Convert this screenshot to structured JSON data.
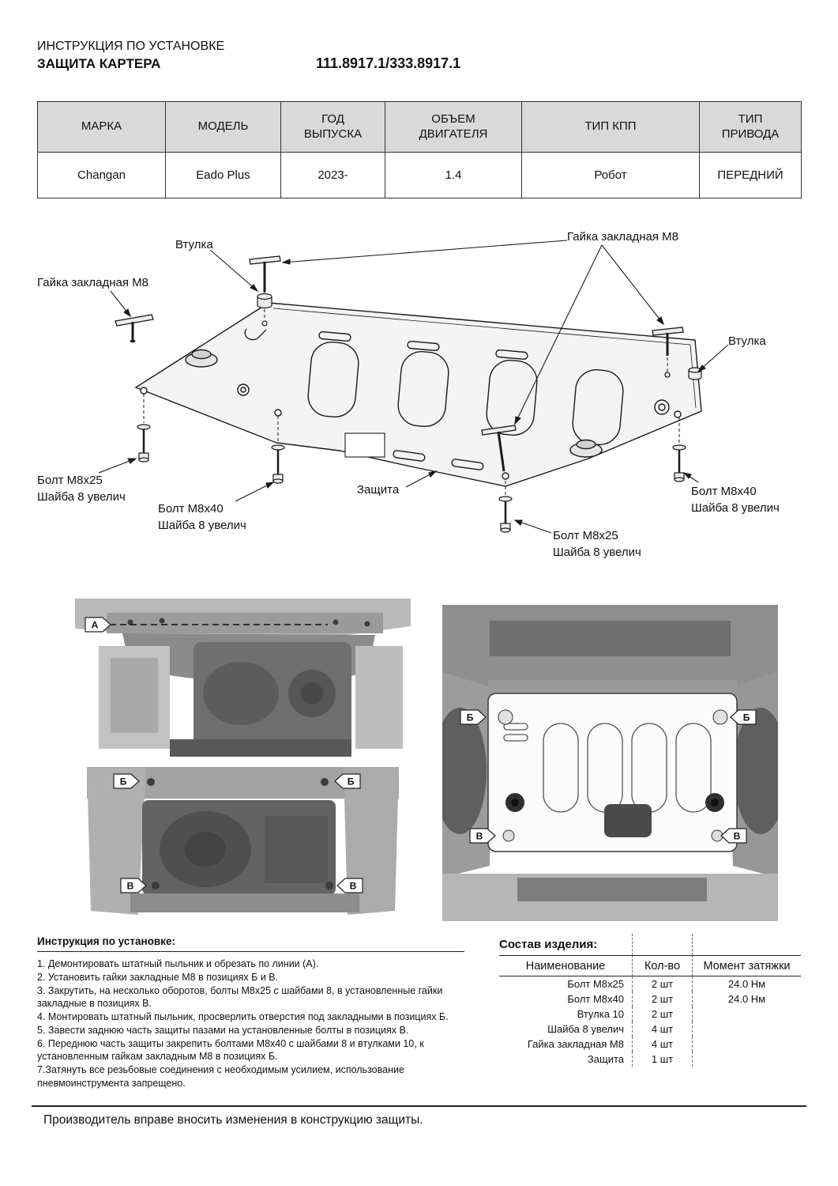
{
  "header": {
    "doc_type": "ИНСТРУКЦИЯ ПО УСТАНОВКЕ",
    "product": "ЗАЩИТА КАРТЕРА",
    "part_numbers": "111.8917.1/333.8917.1"
  },
  "spec": {
    "headers": [
      "МАРКА",
      "МОДЕЛЬ",
      "ГОД\nВЫПУСКА",
      "ОБЪЕМ\nДВИГАТЕЛЯ",
      "ТИП КПП",
      "ТИП\nПРИВОДА"
    ],
    "row": {
      "brand": "Changan",
      "model": "Eado Plus",
      "year": "2023-",
      "engine": "1.4",
      "gearbox": "Робот",
      "drive": "ПЕРЕДНИЙ"
    }
  },
  "diagram": {
    "labels": {
      "bushing_left": "Втулка",
      "nut_left": "Гайка закладная М8",
      "nut_right": "Гайка закладная М8",
      "bushing_right": "Втулка",
      "bolt25_left": "Болт М8х25\nШайба 8 увелич",
      "bolt40_left": "Болт М8х40\nШайба 8 увелич",
      "guard": "Защита",
      "bolt40_right": "Болт М8х40\nШайба 8 увелич",
      "bolt25_rear": "Болт М8х25\nШайба 8 увелич"
    }
  },
  "photos": {
    "marker_a": "А",
    "marker_b": "Б",
    "marker_v": "В"
  },
  "instructions": {
    "title": "Инструкция по установке:",
    "steps": [
      "1. Демонтировать штатный пыльник и обрезать по линии (А).",
      "2. Установить гайки закладные М8 в позициях Б и В.",
      "3. Закрутить, на несколько оборотов, болты М8х25 с шайбами 8, в установленные гайки закладные в позициях В.",
      "4. Монтировать штатный пыльник, просверлить отверстия под закладными в позициях Б.",
      "5. Завести заднюю часть защиты пазами на установленные болты в позициях В.",
      "6. Переднюю часть защиты закрепить болтами М8х40 с шайбами 8 и втулками 10, к установленным гайкам закладным М8 в позициях Б.",
      "7.Затянуть все резьбовые соединения с необходимым усилием, использование пневмоинструмента запрещено."
    ]
  },
  "parts": {
    "title": "Состав изделия:",
    "headers": [
      "Наименование",
      "Кол-во",
      "Момент затяжки"
    ],
    "rows": [
      {
        "name": "Болт М8х25",
        "qty": "2 шт",
        "torque": "24.0 Нм"
      },
      {
        "name": "Болт М8х40",
        "qty": "2 шт",
        "torque": "24.0 Нм"
      },
      {
        "name": "Втулка 10",
        "qty": "2 шт",
        "torque": ""
      },
      {
        "name": "Шайба 8 увелич",
        "qty": "4 шт",
        "torque": ""
      },
      {
        "name": "Гайка закладная М8",
        "qty": "4 шт",
        "torque": ""
      },
      {
        "name": "Защита",
        "qty": "1 шт",
        "torque": ""
      }
    ]
  },
  "footer": {
    "note": "Производитель вправе вносить изменения в конструкцию защиты."
  }
}
